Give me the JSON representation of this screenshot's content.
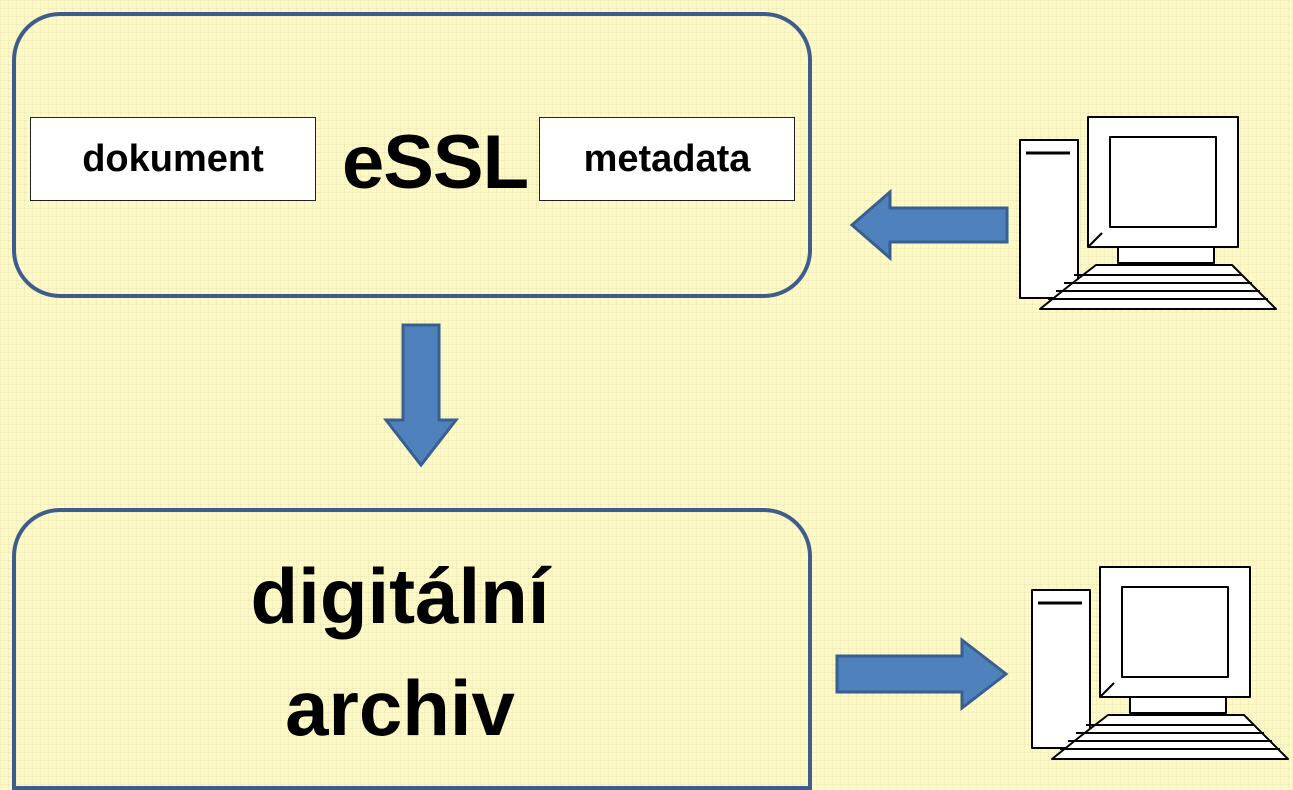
{
  "essl": {
    "title": "eSSL",
    "document_label": "dokument",
    "metadata_label": "metadata"
  },
  "archive": {
    "line1": "digitální",
    "line2": "archiv"
  },
  "colors": {
    "background": "#fdf9c6",
    "box_border": "#3e5d8c",
    "arrow_fill": "#4f81bd",
    "arrow_stroke": "#3a5f8f"
  },
  "icons": {
    "top_right": "computer-icon",
    "bottom_right": "computer-icon",
    "arrows": [
      "arrow-left-icon",
      "arrow-down-icon",
      "arrow-right-icon"
    ]
  }
}
